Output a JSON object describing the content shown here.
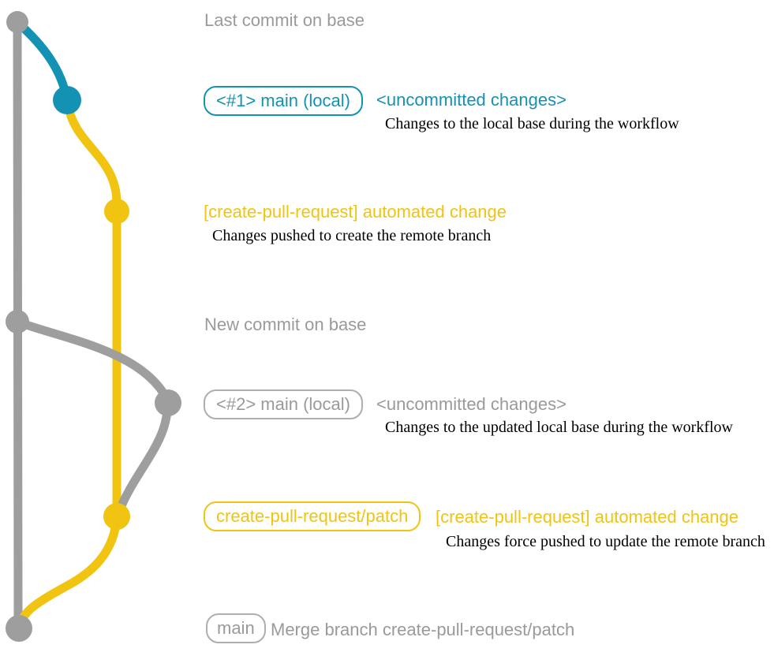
{
  "colors": {
    "blue": "#1492b4",
    "yellow": "#f0c411",
    "gray": "#9e9e9e",
    "gray-text": "#9a9a9a",
    "gray-border": "#aeaeae",
    "desc": "#000000",
    "bg": "#ffffff"
  },
  "annotations": {
    "last_commit": {
      "title": "Last commit on base"
    },
    "local_main_1": {
      "branch_label": "<#1> main (local)",
      "status": "<uncommitted changes>",
      "description": "Changes to the local base during the workflow"
    },
    "automated_change_1": {
      "title": "[create-pull-request] automated change",
      "description": "Changes pushed to create the remote branch"
    },
    "new_commit": {
      "title": "New commit on base"
    },
    "local_main_2": {
      "branch_label": "<#2> main (local)",
      "status": "<uncommitted changes>",
      "description": "Changes to the updated local base during the workflow"
    },
    "automated_change_2": {
      "branch_label": "create-pull-request/patch",
      "title": "[create-pull-request] automated change",
      "description": "Changes force pushed to update the remote branch"
    },
    "merge_commit": {
      "branch_label": "main",
      "title": "Merge branch create-pull-request/patch"
    }
  }
}
